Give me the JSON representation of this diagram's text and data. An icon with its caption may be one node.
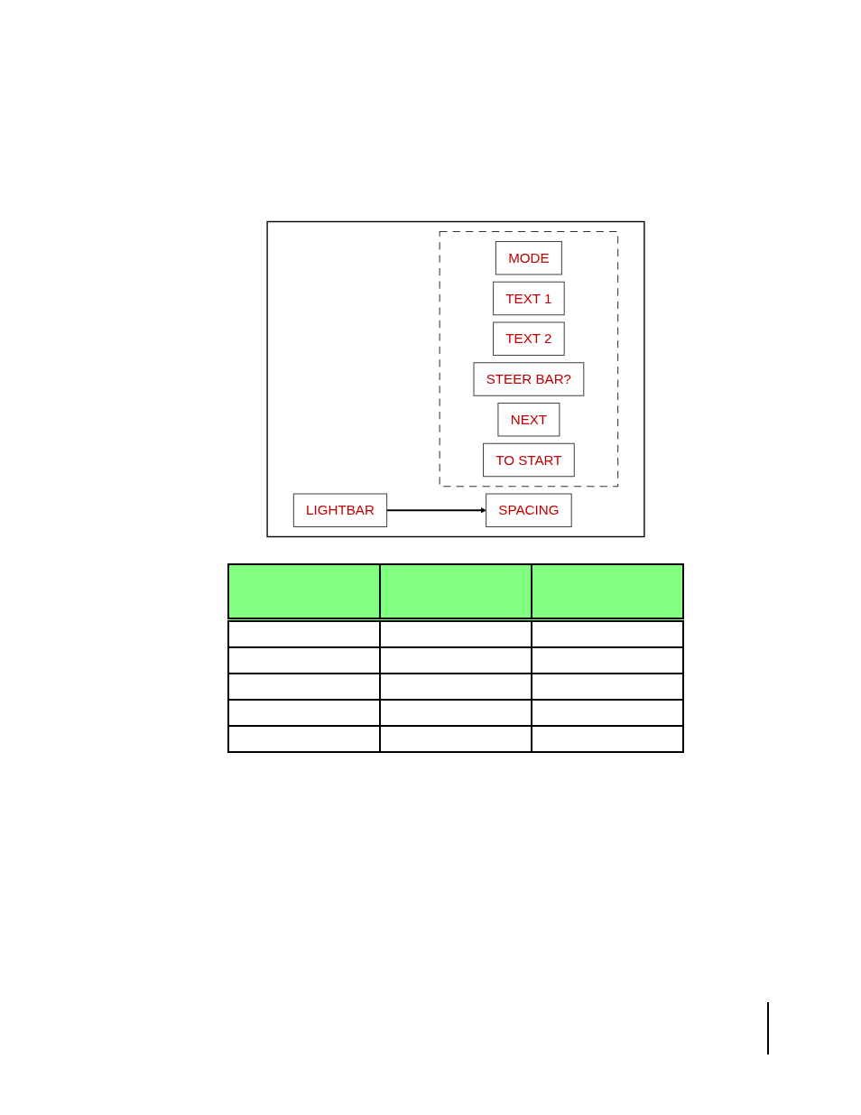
{
  "diagram": {
    "nodes": [
      {
        "text": [],
        "shape": "box"
      },
      {
        "text": [
          "LIGHTBAR"
        ],
        "in": 0
      },
      {
        "text": [
          "SPACING"
        ],
        "in": 0
      },
      {
        "text": [],
        "shape": "box",
        "in": 0
      },
      {
        "text": [
          "MODE"
        ],
        "in": 3
      },
      {
        "text": [
          "TEXT 1"
        ],
        "in": 3
      },
      {
        "text": [
          "TEXT 2"
        ],
        "in": 3
      },
      {
        "text": [
          "STEER BAR?"
        ],
        "in": 3
      },
      {
        "text": [
          "NEXT"
        ],
        "in": 3
      },
      {
        "text": [
          "TO START"
        ],
        "in": 3
      }
    ],
    "edges": [
      {
        "from": 1,
        "to": 2,
        "arrow": "to"
      }
    ]
  }
}
